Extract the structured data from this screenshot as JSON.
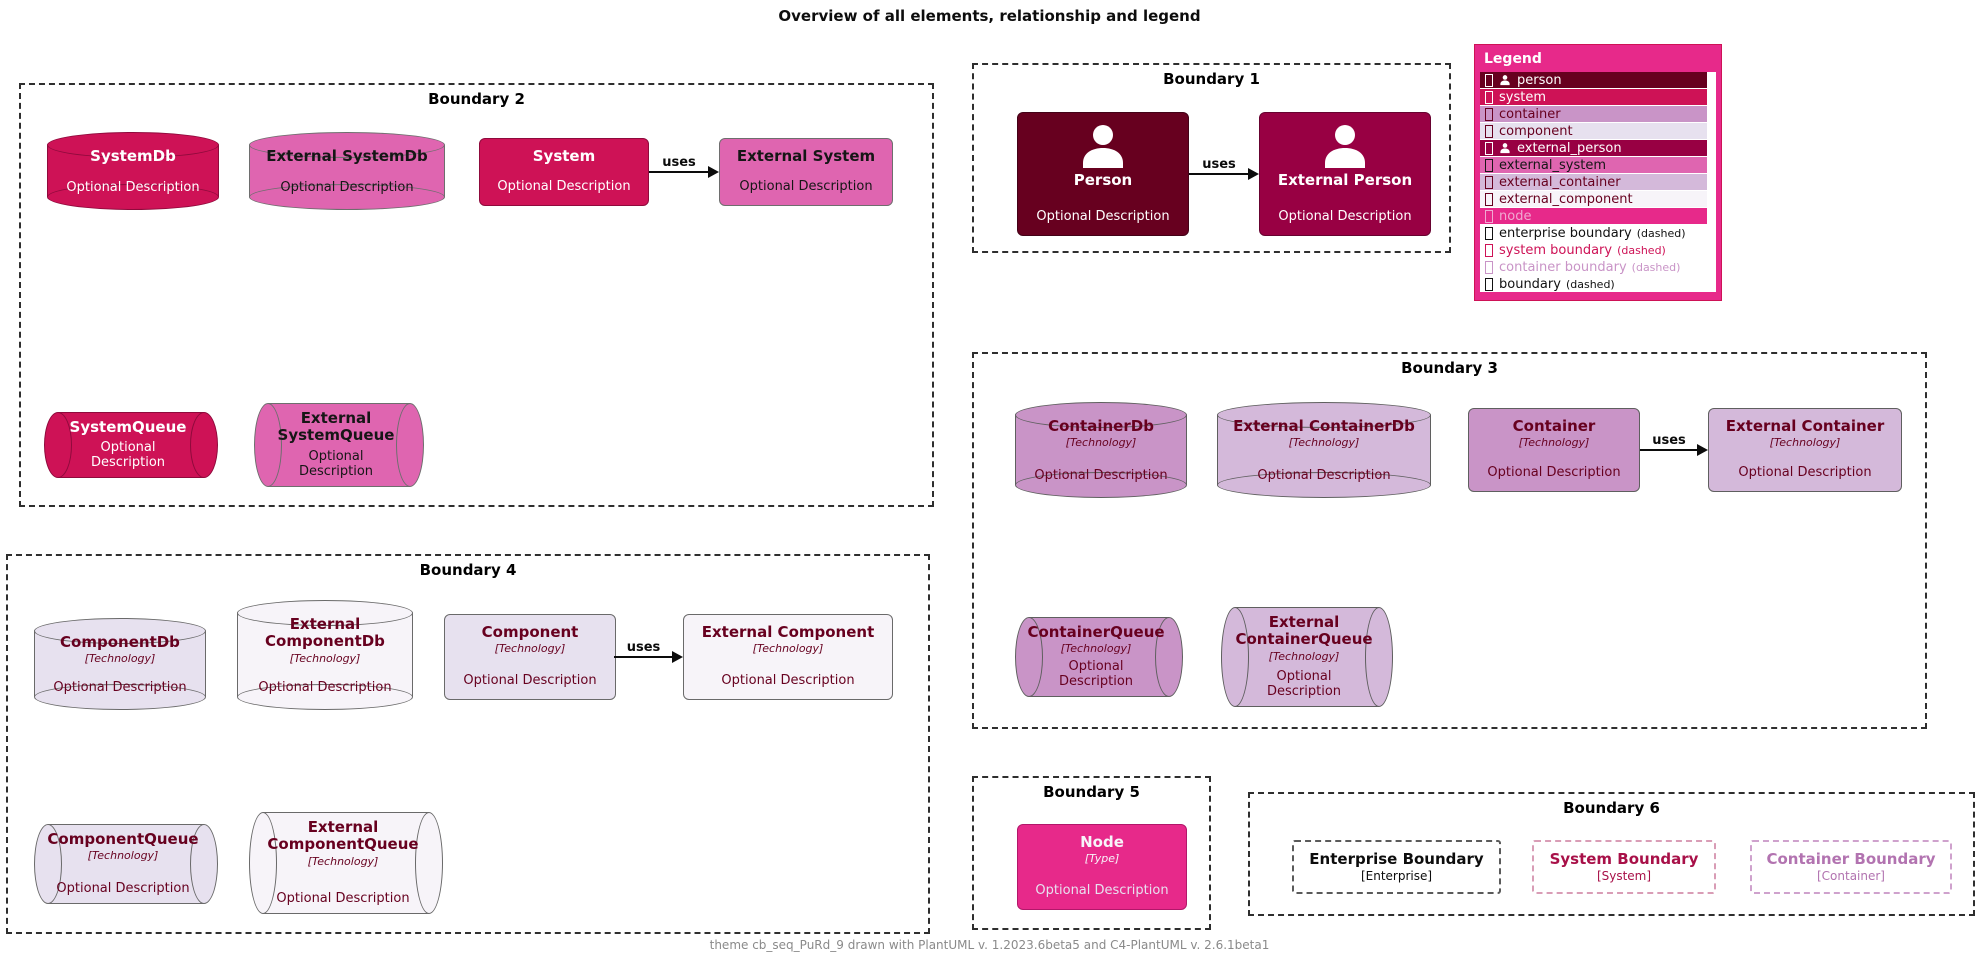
{
  "title": "Overview of all elements, relationship and legend",
  "footer": "theme cb_seq_PuRd_9 drawn with PlantUML v. 1.2023.6beta5 and C4-PlantUML v. 2.6.1beta1",
  "rel_label": "uses",
  "palette": {
    "person": "#67001F",
    "external_person": "#980043",
    "system": "#CE1256",
    "external_system": "#DF65B0",
    "container": "#C994C7",
    "external_container": "#D4B9DA",
    "component": "#E7E1EF",
    "external_component": "#F7F4F9",
    "node": "#E7298A",
    "legend_background": "#E7298A"
  },
  "icons": {
    "legend_row_marker": "rect-icon",
    "person_marker": "person-icon"
  },
  "legend": {
    "title": "Legend",
    "items": [
      {
        "label": "person",
        "note": ""
      },
      {
        "label": "system",
        "note": ""
      },
      {
        "label": "container",
        "note": ""
      },
      {
        "label": "component",
        "note": ""
      },
      {
        "label": "external_person",
        "note": ""
      },
      {
        "label": "external_system",
        "note": ""
      },
      {
        "label": "external_container",
        "note": ""
      },
      {
        "label": "external_component",
        "note": ""
      },
      {
        "label": "node",
        "note": ""
      },
      {
        "label": "enterprise boundary",
        "note": "(dashed)"
      },
      {
        "label": "system boundary",
        "note": "(dashed)"
      },
      {
        "label": "container boundary",
        "note": "(dashed)"
      },
      {
        "label": "boundary",
        "note": "(dashed)"
      }
    ]
  },
  "boundary1": {
    "label": "Boundary 1",
    "person": {
      "title": "Person",
      "desc": "Optional Description"
    },
    "external_person": {
      "title": "External Person",
      "desc": "Optional Description"
    }
  },
  "boundary2": {
    "label": "Boundary 2",
    "system_db": {
      "title": "SystemDb",
      "desc": "Optional Description"
    },
    "external_system_db": {
      "title": "External SystemDb",
      "desc": "Optional Description"
    },
    "system": {
      "title": "System",
      "desc": "Optional Description"
    },
    "external_system": {
      "title": "External System",
      "desc": "Optional Description"
    },
    "system_queue": {
      "title": "SystemQueue",
      "desc": "Optional Description"
    },
    "external_system_queue": {
      "title": "External SystemQueue",
      "desc": "Optional Description"
    }
  },
  "boundary3": {
    "label": "Boundary 3",
    "container_db": {
      "title": "ContainerDb",
      "tech": "[Technology]",
      "desc": "Optional Description"
    },
    "external_container_db": {
      "title": "External ContainerDb",
      "tech": "[Technology]",
      "desc": "Optional Description"
    },
    "container": {
      "title": "Container",
      "tech": "[Technology]",
      "desc": "Optional Description"
    },
    "external_container": {
      "title": "External Container",
      "tech": "[Technology]",
      "desc": "Optional Description"
    },
    "container_queue": {
      "title": "ContainerQueue",
      "tech": "[Technology]",
      "desc": "Optional Description"
    },
    "external_container_queue": {
      "title": "External ContainerQueue",
      "tech": "[Technology]",
      "desc": "Optional Description"
    }
  },
  "boundary4": {
    "label": "Boundary 4",
    "component_db": {
      "title": "ComponentDb",
      "tech": "[Technology]",
      "desc": "Optional Description"
    },
    "external_component_db": {
      "title": "External ComponentDb",
      "tech": "[Technology]",
      "desc": "Optional Description"
    },
    "component": {
      "title": "Component",
      "tech": "[Technology]",
      "desc": "Optional Description"
    },
    "external_component": {
      "title": "External Component",
      "tech": "[Technology]",
      "desc": "Optional Description"
    },
    "component_queue": {
      "title": "ComponentQueue",
      "tech": "[Technology]",
      "desc": "Optional Description"
    },
    "external_component_queue": {
      "title": "External ComponentQueue",
      "tech": "[Technology]",
      "desc": "Optional Description"
    }
  },
  "boundary5": {
    "label": "Boundary 5",
    "node": {
      "title": "Node",
      "tech": "[Type]",
      "desc": "Optional Description"
    }
  },
  "boundary6": {
    "label": "Boundary 6",
    "enterprise": {
      "title": "Enterprise Boundary",
      "subtitle": "[Enterprise]"
    },
    "system": {
      "title": "System Boundary",
      "subtitle": "[System]"
    },
    "container": {
      "title": "Container Boundary",
      "subtitle": "[Container]"
    }
  }
}
